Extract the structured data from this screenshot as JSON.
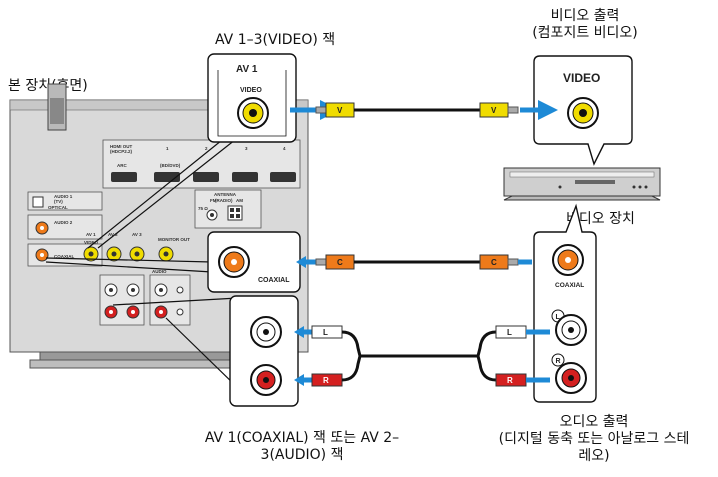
{
  "labels": {
    "av13_video_jack": "AV 1–3(VIDEO) 잭",
    "video_out_line1": "비디오 출력",
    "video_out_line2": "(컴포지트 비디오)",
    "unit_rear": "본 장치(후면)",
    "video_device": "비디오 장치",
    "audio_jack_line1": "AV 1(COAXIAL) 잭 또는 AV 2–",
    "audio_jack_line2": "3(AUDIO) 잭",
    "audio_out_line1": "오디오 출력",
    "audio_out_line2": "(디지털 동축 또는 아날로그 스테",
    "audio_out_line3": "레오)"
  },
  "callouts": {
    "av1_top": "AV 1",
    "video_left": "VIDEO",
    "video_right": "VIDEO",
    "coaxial_left": "COAXIAL",
    "coaxial_right": "COAXIAL",
    "l_mark": "L",
    "r_mark": "R"
  },
  "cable_tags": {
    "video": "V",
    "coaxial": "C",
    "left": "L",
    "right": "R"
  },
  "panel_text": {
    "hdmi_out": "HDMI OUT",
    "hdmi_out_sub": "(HDCP2.2)",
    "arc": "ARC",
    "hdmi_1": "1",
    "hdmi_2": "2",
    "hdmi_3": "3",
    "hdmi_4": "4",
    "bd_dvd": "(BD/DVD)",
    "antenna": "ANTENNA",
    "fm": "FM",
    "radio": "(RADIO)",
    "am": "AM",
    "seventyfive": "75 Ω",
    "audio1": "AUDIO 1",
    "tv": "(TV)",
    "optical": "OPTICAL",
    "audio2": "AUDIO 2",
    "coaxial": "COAXIAL",
    "av1": "AV 1",
    "av2": "AV 2",
    "av3": "AV 3",
    "video": "VIDEO",
    "monitor_out": "MONITOR OUT",
    "audio": "AUDIO"
  },
  "colors": {
    "video_yellow": "#f0dc00",
    "coax_orange": "#ee7a1a",
    "right_red": "#d42020",
    "left_white": "#ffffff",
    "arrow_blue": "#1e8ad6",
    "panel_gray": "#d9d9d9"
  }
}
